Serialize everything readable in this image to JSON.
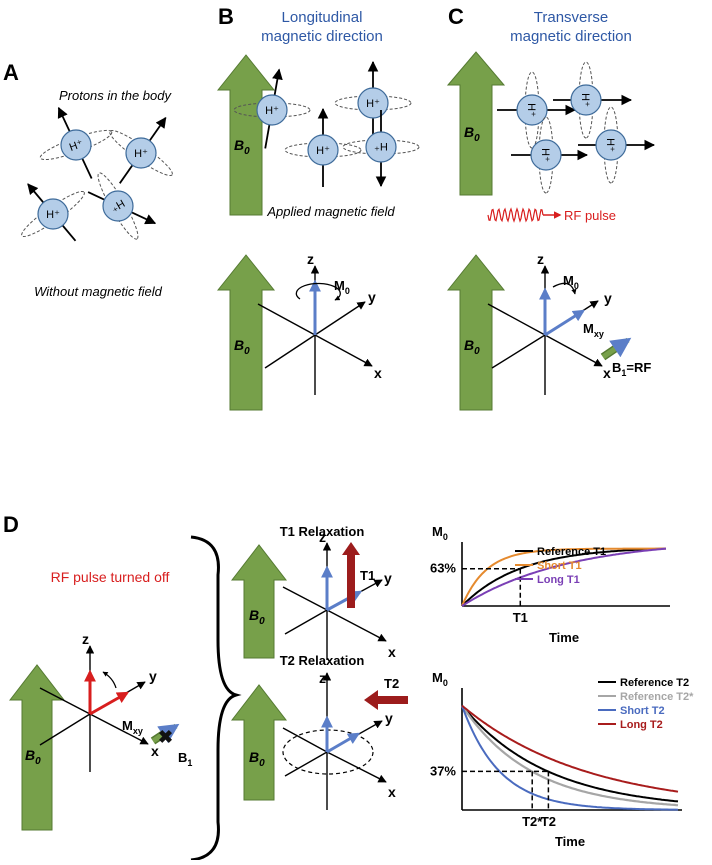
{
  "panels": {
    "a": "A",
    "b": "B",
    "c": "C",
    "d": "D"
  },
  "titles": {
    "b_line1": "Longitudinal",
    "b_line2": "magnetic direction",
    "c_line1": "Transverse",
    "c_line2": "magnetic direction"
  },
  "captions": {
    "protons": "Protons in the body",
    "without_field": "Without magnetic field",
    "applied_field": "Applied magnetic field",
    "rf_pulse": "RF pulse",
    "rf_off": "RF pulse turned off",
    "t1_relax": "T1 Relaxation",
    "t2_relax": "T2 Relaxation"
  },
  "symbols": {
    "b0": "B",
    "b0_sub": "0",
    "proton": "H⁺",
    "m": "M",
    "m_sub0": "0",
    "m_subxy": "xy",
    "b1rf": "B",
    "b1rf_sub": "1",
    "b1rf_suffix": "=RF",
    "b1": "B",
    "b1_sub": "1",
    "t1_arrow": "T1",
    "t2_arrow": "T2"
  },
  "axes": {
    "x": "x",
    "y": "y",
    "z": "z"
  },
  "colors": {
    "green_arrow": "#77a04a",
    "green_dark": "#557a32",
    "proton_fill": "#b4cde8",
    "vector_blue": "#5b7ec8",
    "vector_red": "#d81e1e",
    "dark_red": "#9c1c1c",
    "rf_red": "#d81e1e",
    "title_blue": "#2e58a5"
  },
  "chart_data": [
    {
      "type": "line",
      "ylabel": "M",
      "ylabel_sub": "0",
      "xlabel": "Time",
      "marker_y_label": "63%",
      "marker_y": 0.63,
      "marker_x_label": "T1",
      "marker_x": 1.0,
      "xlim": [
        0,
        3.5
      ],
      "ylim": [
        0,
        1
      ],
      "series": [
        {
          "name": "Reference T1",
          "color": "#000000",
          "tau": 1.0
        },
        {
          "name": "Short T1",
          "color": "#e58a2e",
          "tau": 0.42
        },
        {
          "name": "Long T1",
          "color": "#7a3fb5",
          "tau": 1.8
        }
      ]
    },
    {
      "type": "line",
      "ylabel": "M",
      "ylabel_sub": "0",
      "xlabel": "Time",
      "marker_y_label": "37%",
      "marker_y": 0.37,
      "marker_x_labels": [
        "T2*",
        "T2"
      ],
      "marker_x": [
        1.3,
        1.6
      ],
      "xlim": [
        0,
        4.0
      ],
      "ylim": [
        0,
        1
      ],
      "series": [
        {
          "name": "Reference T2",
          "color": "#000000",
          "tau": 1.6
        },
        {
          "name": "Reference T2*",
          "color": "#a6a6a6",
          "tau": 1.3
        },
        {
          "name": "Short T2",
          "color": "#4a6bbf",
          "tau": 0.7
        },
        {
          "name": "Long T2",
          "color": "#a81c1c",
          "tau": 2.3
        }
      ]
    }
  ]
}
